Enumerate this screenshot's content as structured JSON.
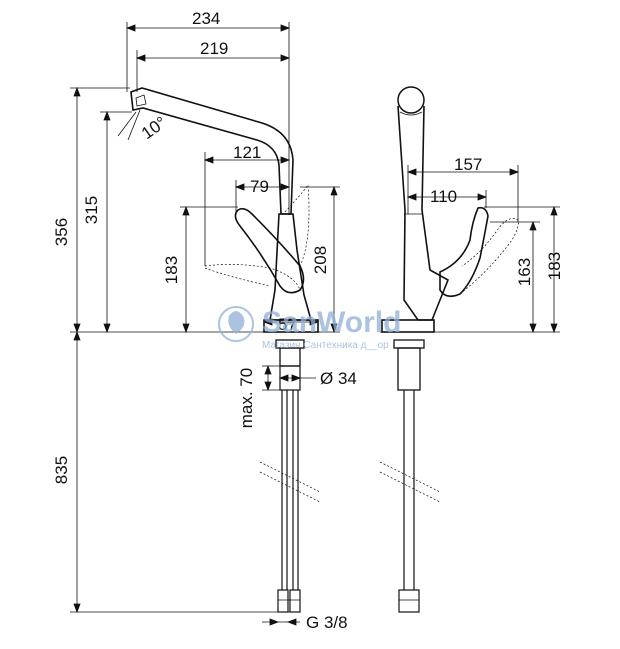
{
  "dimensions": {
    "top_width": "234",
    "spout_reach": "219",
    "spout_tilt": "10°",
    "lever_swing": "121",
    "lever_reach": "79",
    "total_height": "356",
    "spout_height": "315",
    "lever_height_left": "183",
    "body_height": "208",
    "base_diameter": "57",
    "under_counter": "835",
    "max_mount": "max. 70",
    "hole_diameter": "Ø 34",
    "thread": "G 3/8",
    "side_lever_reach": "157",
    "side_lever_offset": "110",
    "side_lever_height": "163",
    "side_lever_height_max": "183"
  },
  "watermark": {
    "brand": "SanWorld",
    "tagline": "Магазин Сантехника д__ор"
  },
  "colors": {
    "line": "#111111",
    "watermark": "#8fb0d8"
  }
}
